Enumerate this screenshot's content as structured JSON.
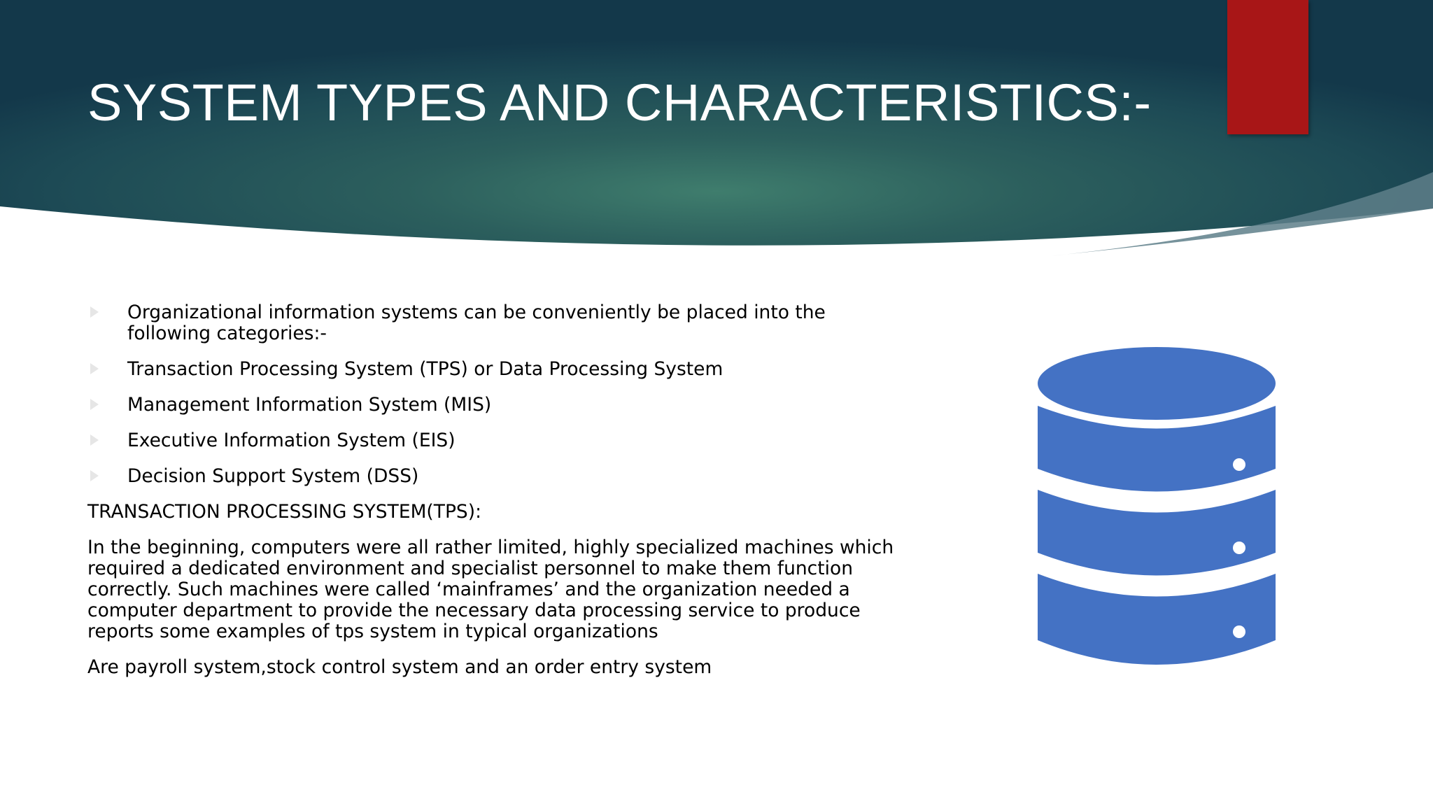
{
  "slide": {
    "title": "SYSTEM TYPES AND CHARACTERISTICS:-",
    "bullets": [
      "Organizational information systems can be conveniently be placed into the following categories:-",
      "Transaction Processing System (TPS) or Data Processing System",
      "Management Information System (MIS)",
      "Executive Information System (EIS)",
      "Decision Support System (DSS)"
    ],
    "section_heading": "TRANSACTION PROCESSING SYSTEM(TPS):",
    "paragraph_1": "In the beginning, computers were all rather limited, highly specialized machines which required a dedicated environment and specialist personnel to make them function correctly. Such machines were called ‘mainframes’ and the organization needed a computer department to provide the necessary data processing service to produce reports some examples of tps system in typical organizations",
    "paragraph_2": "Are payroll system,stock control system and an order entry system"
  },
  "icons": {
    "database": "database-icon"
  },
  "colors": {
    "header_dark": "#13384a",
    "header_light": "#3a7a6a",
    "accent": "#a81617",
    "icon_blue": "#4472c4"
  }
}
